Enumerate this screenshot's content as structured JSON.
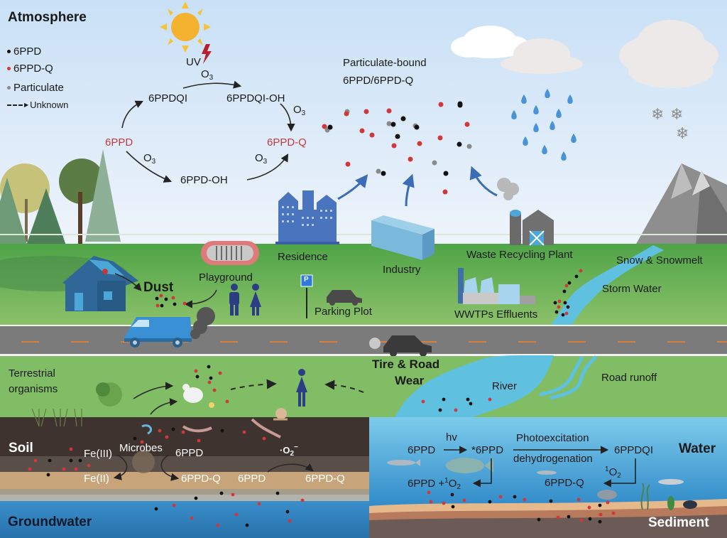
{
  "title": "Atmosphere",
  "legend": {
    "items": [
      {
        "label": "6PPD",
        "color": "#111111"
      },
      {
        "label": "6PPD-Q",
        "color": "#d0383a"
      },
      {
        "label": "Particulate",
        "color": "#8a8a8a"
      }
    ],
    "unknown_label": "Unknown"
  },
  "atmosphere": {
    "uv_label": "UV",
    "o3": "O",
    "o3_sub": "3",
    "species": {
      "ppd": "6PPD",
      "ppdqi": "6PPDQI",
      "ppdqi_oh": "6PPDQI-OH",
      "ppd_q": "6PPD-Q",
      "ppd_oh": "6PPD-OH"
    },
    "particulate_label_line1": "Particulate-bound",
    "particulate_label_line2": "6PPD/6PPD-Q"
  },
  "sources": {
    "residence": "Residence",
    "industry": "Industry",
    "waste": "Waste Recycling Plant",
    "snow": "Snow & Snowmelt",
    "storm": "Storm Water",
    "wwtp": "WWTPs Effluents",
    "parking": "Parking Plot",
    "parking_sign": "P",
    "playground": "Playground",
    "dust": "Dust",
    "tire_line1": "Tire & Road",
    "tire_line2": "Wear",
    "river": "River",
    "road_runoff": "Road runoff",
    "terrestrial_line1": "Terrestrial",
    "terrestrial_line2": "organisms"
  },
  "soil": {
    "title": "Soil",
    "fe3": "Fe(III)",
    "fe2": "Fe(II)",
    "microbes": "Microbes",
    "ppd_a": "6PPD",
    "ppdq_a": "6PPD-Q",
    "ppd_b": "6PPD",
    "ppdq_b": "6PPD-Q",
    "superoxide": "·O",
    "superoxide_sub": "2",
    "superoxide_sup": "−"
  },
  "groundwater": {
    "title": "Groundwater"
  },
  "water": {
    "title": "Water",
    "ppd": "6PPD",
    "hv": "hv",
    "excited": "*6PPD",
    "photo": "Photoexcitation",
    "dehydro": "dehydrogenation",
    "ppdqi": "6PPDQI",
    "singlet_sup": "1",
    "singlet_o": "O",
    "singlet_sub": "2",
    "ppd_plus": "6PPD +",
    "ppdq": "6PPD-Q"
  },
  "sediment": {
    "title": "Sediment"
  },
  "colors": {
    "sky_top": "#cfe3f7",
    "sky_bottom": "#eef4fb",
    "grass": "#5fae4f",
    "road": "#7a7a7a",
    "soil": "#3d322d",
    "groundwater": "#2d7fbf",
    "water": "#6fc0e2",
    "red": "#d0383a",
    "arrow_blue": "#3a6db5"
  }
}
